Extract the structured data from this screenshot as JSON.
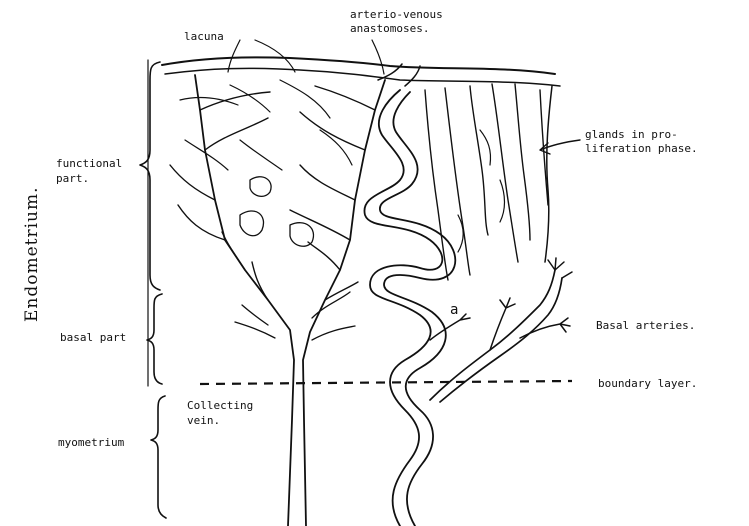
{
  "labels": {
    "lacuna": "lacuna",
    "av_line1": "arterio-venous",
    "av_line2": "anastomoses.",
    "functional_line1": "functional",
    "functional_line2": "part.",
    "glands_line1": "glands in pro-",
    "glands_line2": "liferation phase.",
    "endometrium": "Endometrium.",
    "basal_part": "basal part",
    "basal_arteries": "Basal arteries.",
    "point_a": "a",
    "boundary_layer": "boundary layer.",
    "collecting_line1": "Collecting",
    "collecting_line2": "vein.",
    "myometrium": "myometrium"
  },
  "colors": {
    "ink": "#111111",
    "paper": "#ffffff"
  }
}
